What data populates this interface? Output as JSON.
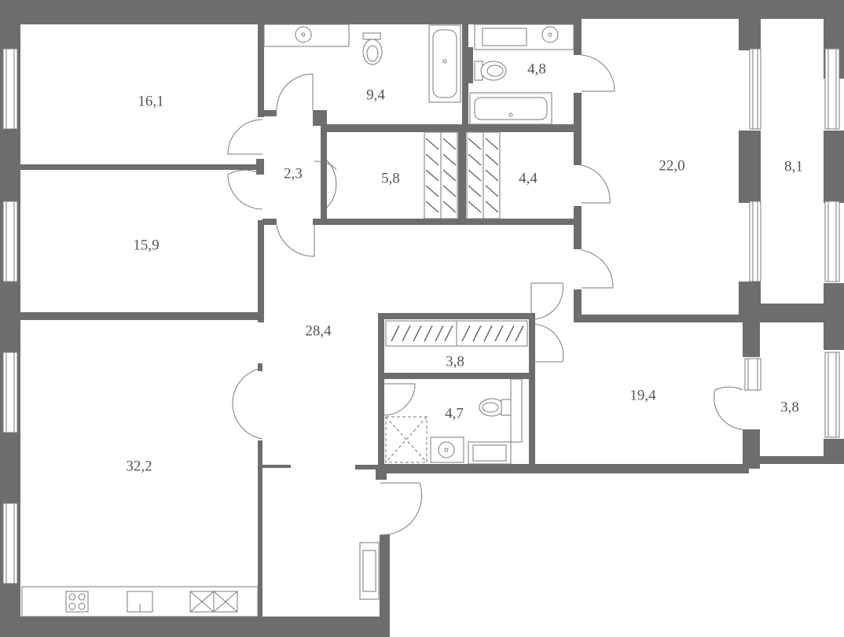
{
  "rooms": {
    "r_16_1": "16,1",
    "r_9_4": "9,4",
    "r_4_8": "4,8",
    "r_2_3": "2,3",
    "r_5_8": "5,8",
    "r_4_4": "4,4",
    "r_22_0": "22,0",
    "r_8_1": "8,1",
    "r_15_9": "15,9",
    "r_28_4": "28,4",
    "r_3_8_closet": "3,8",
    "r_4_7": "4,7",
    "r_19_4": "19,4",
    "r_3_8_balcony": "3,8",
    "r_32_2": "32,2"
  },
  "colors": {
    "wall": "#6d6d6d",
    "fixture_stroke": "#7a7a7a",
    "label": "#555555",
    "background": "#ffffff"
  }
}
